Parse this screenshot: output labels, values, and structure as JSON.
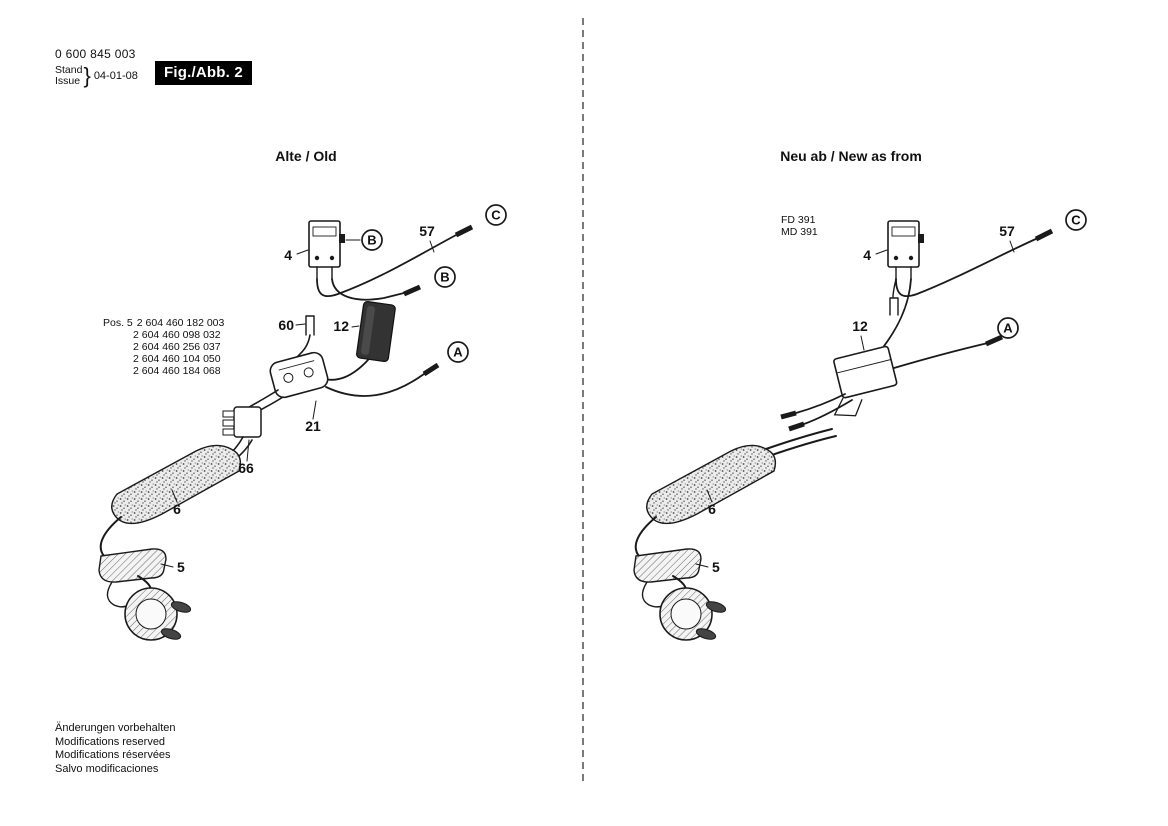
{
  "header": {
    "part_number": "0 600 845 003",
    "stand_label": "Stand",
    "issue_label": "Issue",
    "brace": "}",
    "date": "04-01-08",
    "figure_label": "Fig./Abb. 2"
  },
  "left_panel": {
    "title": "Alte / Old",
    "pos_list_prefix": "Pos. 5",
    "pos_numbers": [
      "2 604 460 182 003",
      "2 604 460 098 032",
      "2 604 460 256 037",
      "2 604 460 104 050",
      "2 604 460 184 068"
    ],
    "callouts": {
      "switch": "4",
      "cable_c": "57",
      "clip": "60",
      "capacitor": "12",
      "switch_body": "21",
      "terminal_block": "66",
      "grip": "6",
      "clamp": "5"
    },
    "refs": {
      "b1": "B",
      "c": "C",
      "b2": "B",
      "a": "A"
    }
  },
  "right_panel": {
    "title": "Neu ab / New as from",
    "model_codes": [
      "FD 391",
      "MD 391"
    ],
    "callouts": {
      "switch": "4",
      "cable_c": "57",
      "capacitor": "12",
      "grip": "6",
      "clamp": "5"
    },
    "refs": {
      "c": "C",
      "a": "A"
    }
  },
  "footer": {
    "lines": [
      "Änderungen vorbehalten",
      "Modifications reserved",
      "Modifications réservées",
      "Salvo modificaciones"
    ]
  }
}
